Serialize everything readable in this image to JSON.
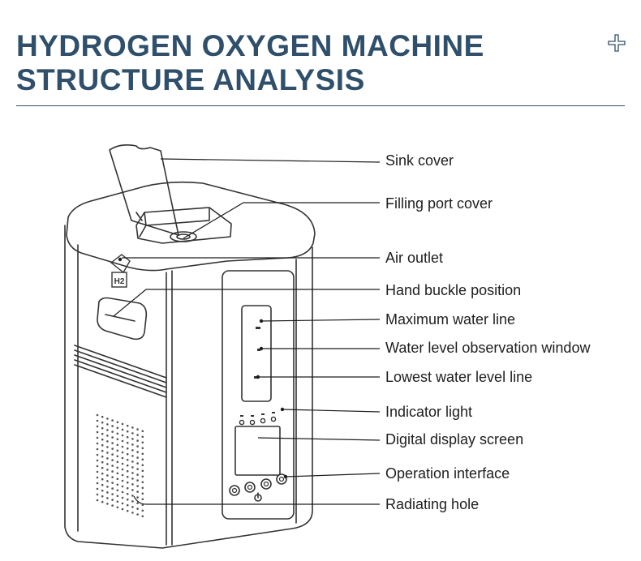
{
  "header": {
    "title_line1": "HYDROGEN OXYGEN MACHINE",
    "title_line2": "STRUCTURE ANALYSIS",
    "corner_icon": "plus-icon"
  },
  "device": {
    "badge_text": "H2"
  },
  "labels": [
    {
      "id": "sink-cover",
      "text": "Sink cover"
    },
    {
      "id": "filling-port-cover",
      "text": "Filling port cover"
    },
    {
      "id": "air-outlet",
      "text": "Air outlet"
    },
    {
      "id": "hand-buckle-position",
      "text": "Hand buckle position"
    },
    {
      "id": "maximum-water-line",
      "text": "Maximum water line"
    },
    {
      "id": "water-level-observation-window",
      "text": "Water level observation window"
    },
    {
      "id": "lowest-water-level-line",
      "text": "Lowest water level line"
    },
    {
      "id": "indicator-light",
      "text": "Indicator light"
    },
    {
      "id": "digital-display-screen",
      "text": "Digital display screen"
    },
    {
      "id": "operation-interface",
      "text": "Operation interface"
    },
    {
      "id": "radiating-hole",
      "text": "Radiating hole"
    }
  ],
  "colors": {
    "title": "#2f4f6b",
    "line": "#1e1e1e",
    "label": "#1e1e1e"
  }
}
